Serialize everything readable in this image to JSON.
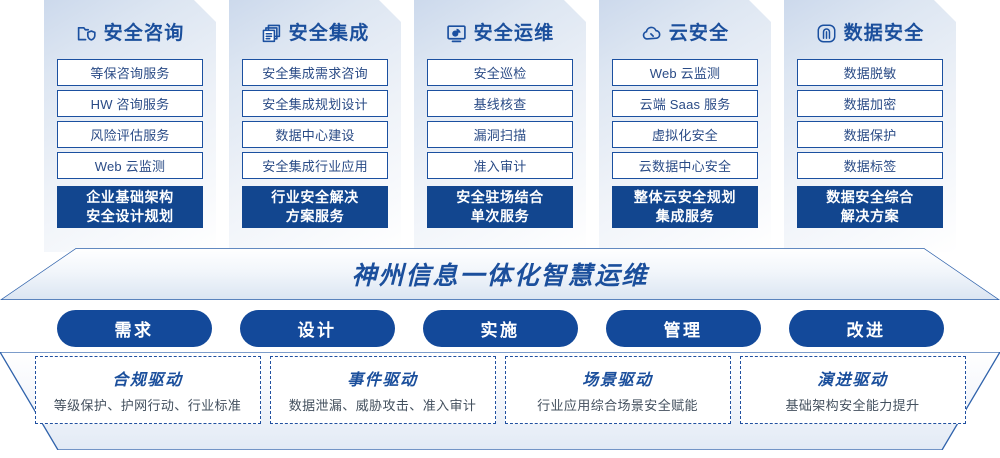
{
  "columns": [
    {
      "icon": "folder-shield-icon",
      "title": "安全咨询",
      "items": [
        "等保咨询服务",
        "HW 咨询服务",
        "风险评估服务",
        "Web 云监测"
      ],
      "highlight": [
        "企业基础架构",
        "安全设计规划"
      ]
    },
    {
      "icon": "stacked-documents-icon",
      "title": "安全集成",
      "items": [
        "安全集成需求咨询",
        "安全集成规划设计",
        "数据中心建设",
        "安全集成行业应用"
      ],
      "highlight": [
        "行业安全解决",
        "方案服务"
      ]
    },
    {
      "icon": "monitor-chart-icon",
      "title": "安全运维",
      "items": [
        "安全巡检",
        "基线核查",
        "漏洞扫描",
        "准入审计"
      ],
      "highlight": [
        "安全驻场结合",
        "单次服务"
      ]
    },
    {
      "icon": "cloud-icon",
      "title": "云安全",
      "items": [
        "Web 云监测",
        "云端 Saas 服务",
        "虚拟化安全",
        "云数据中心安全"
      ],
      "highlight": [
        "整体云安全规划",
        "集成服务"
      ]
    },
    {
      "icon": "fingerprint-icon",
      "title": "数据安全",
      "items": [
        "数据脱敏",
        "数据加密",
        "数据保护",
        "数据标签"
      ],
      "highlight": [
        "数据安全综合",
        "解决方案"
      ]
    }
  ],
  "banner": {
    "text": "神州信息一体化智慧运维"
  },
  "pills": [
    {
      "label": "需求"
    },
    {
      "label": "设计"
    },
    {
      "label": "实施"
    },
    {
      "label": "管理"
    },
    {
      "label": "改进"
    }
  ],
  "drivers": [
    {
      "title": "合规驱动",
      "desc": "等级保护、护网行动、行业标准"
    },
    {
      "title": "事件驱动",
      "desc": "数据泄漏、威胁攻击、准入审计"
    },
    {
      "title": "场景驱动",
      "desc": "行业应用综合场景安全赋能"
    },
    {
      "title": "演进驱动",
      "desc": "基础架构安全能力提升"
    }
  ],
  "colors": {
    "brand_blue": "#13499a",
    "deep_blue": "#12468f",
    "title_blue": "#1b4f9c",
    "item_text": "#2a4b86",
    "card_gradient_start": "#ccd9ec",
    "card_gradient_end": "#ffffff"
  }
}
